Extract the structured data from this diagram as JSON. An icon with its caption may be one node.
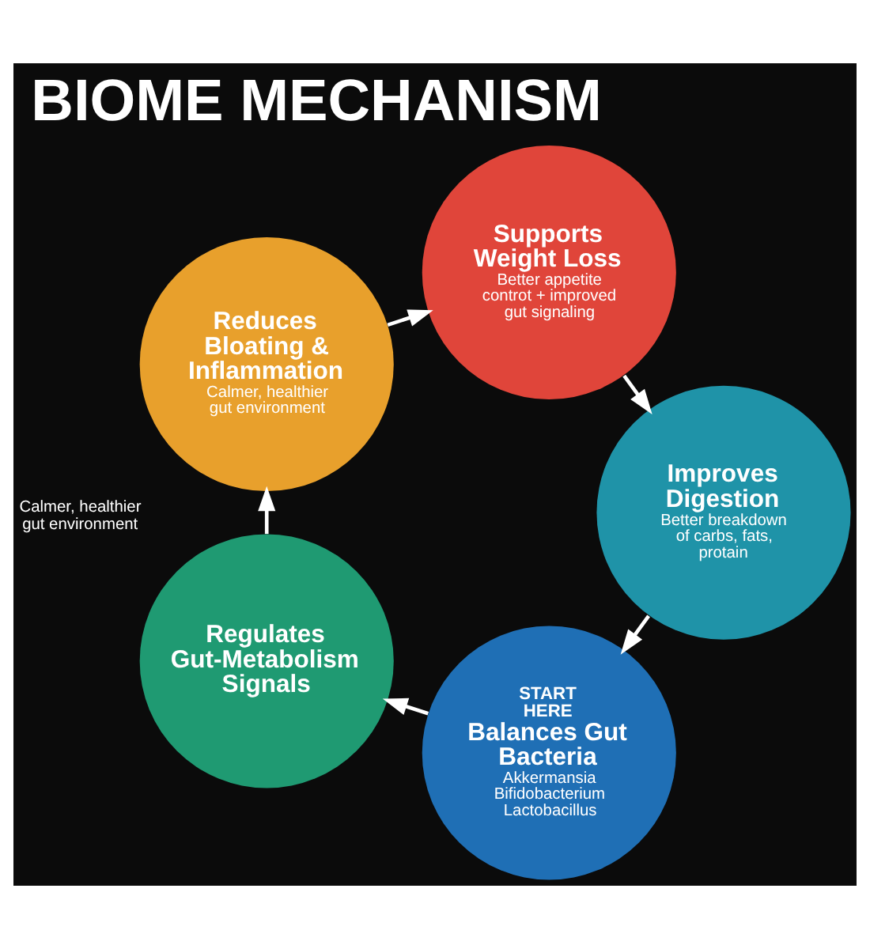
{
  "diagram": {
    "title": "BIOME MECHANISM",
    "nodes": [
      {
        "text": [
          "START HERE",
          "Balances Gut Bacteria",
          "Akkermansia Bifidobacterium Lactobacillus"
        ]
      },
      {
        "text": [
          "Regulates Gut-Metabolism Signals"
        ],
        "beside": [
          "Calmer, healthier gut environment"
        ]
      },
      {
        "text": [
          "Reduces Bloating & Inflammation",
          "Calmer, healthier gut environment"
        ]
      },
      {
        "text": [
          "Supports Weight Loss",
          "Better appetite controt + improved gut signaling"
        ]
      },
      {
        "text": [
          "Improves Digestion",
          "Better breakdown of carbs, fats, protain"
        ]
      }
    ],
    "edges": [
      {
        "from": 0,
        "to": 1,
        "arrow": "to"
      },
      {
        "from": 1,
        "to": 2,
        "arrow": "to"
      },
      {
        "from": 2,
        "to": 3,
        "arrow": "to"
      },
      {
        "from": 3,
        "to": 4,
        "arrow": "to"
      },
      {
        "from": 4,
        "to": 0,
        "arrow": "to"
      }
    ]
  }
}
